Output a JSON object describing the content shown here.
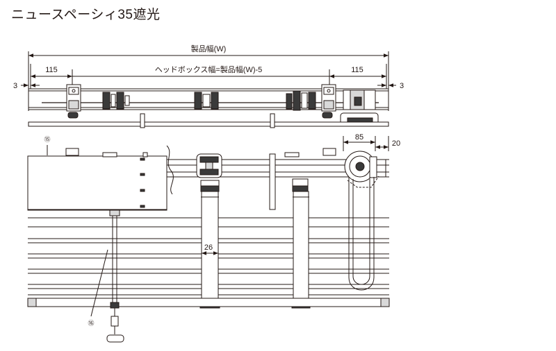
{
  "title": "ニュースペーシィ35遮光",
  "dimensions": {
    "product_width": "製品幅(W)",
    "headbox_width": "ヘッドボックス幅=製品幅(W)-5",
    "left_offset": "115",
    "right_offset": "115",
    "left_gap": "3",
    "right_gap": "3",
    "pulley_width": "85",
    "pulley_offset": "20",
    "ladder_width": "26"
  },
  "callouts": {
    "headbox": "⑮",
    "wand": "⑯"
  },
  "colors": {
    "line": "#231815",
    "fill_light": "#ffffff",
    "fill_gray": "#d9d9d9",
    "fill_dark": "#3a3a3a"
  }
}
